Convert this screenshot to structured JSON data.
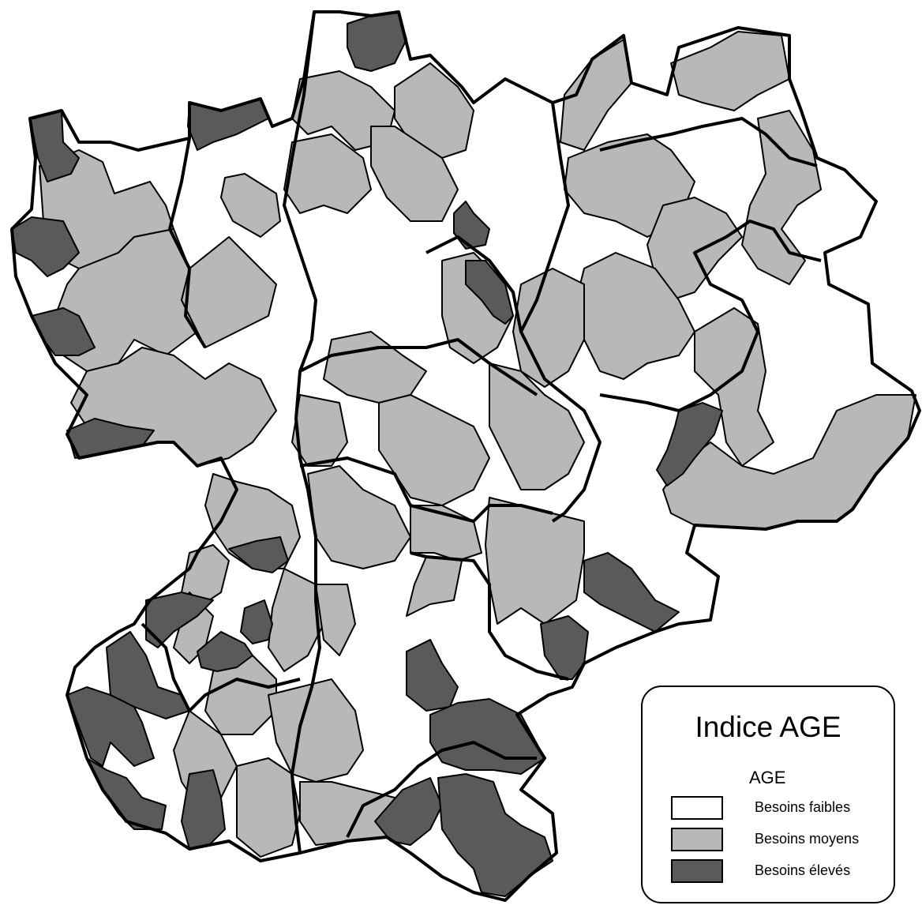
{
  "map": {
    "fill_colors": {
      "low": "#ffffff",
      "medium": "#b8b8b8",
      "high": "#5a5a5a"
    },
    "border_color": "#000000",
    "background": "#ffffff"
  },
  "legend": {
    "title": "Indice AGE",
    "subtitle": "AGE",
    "items": [
      {
        "label": "Besoins faibles",
        "color": "#ffffff"
      },
      {
        "label": "Besoins moyens",
        "color": "#b8b8b8"
      },
      {
        "label": "Besoins élevés",
        "color": "#5a5a5a"
      }
    ]
  }
}
